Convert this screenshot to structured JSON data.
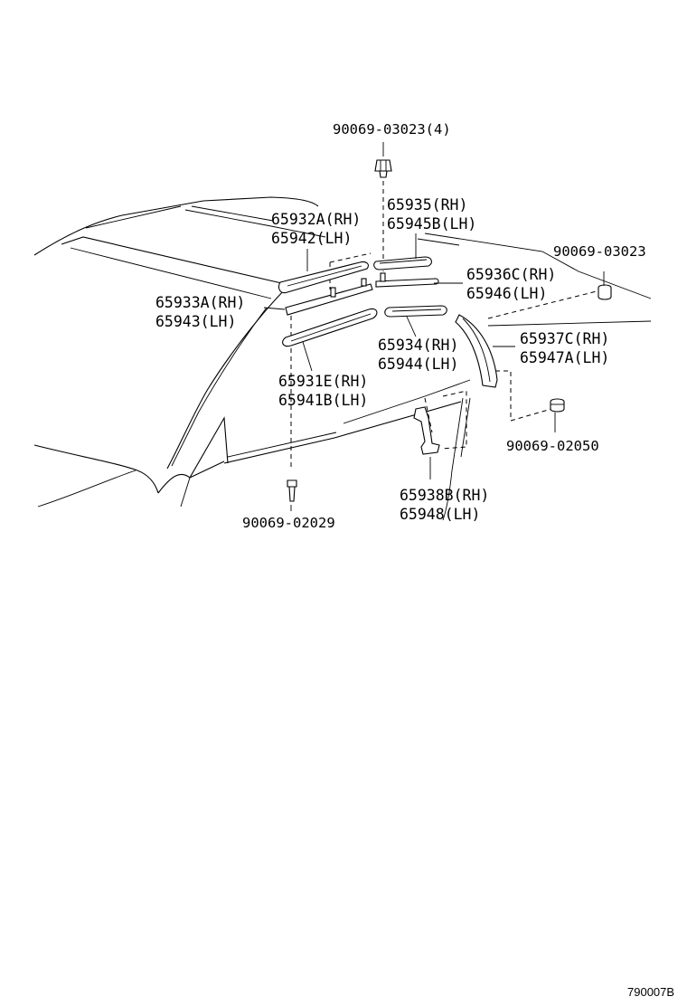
{
  "figure_code": "790007B",
  "callouts": {
    "bolt_top": "90069-03023(4)",
    "p65935": "65935(RH)",
    "p65945b": "65945B(LH)",
    "p65932a": "65932A(RH)",
    "p65942": "65942(LH)",
    "clip_right": "90069-03023",
    "p65936c": "65936C(RH)",
    "p65946": "65946(LH)",
    "p65933a": "65933A(RH)",
    "p65943": "65943(LH)",
    "p65937c": "65937C(RH)",
    "p65947a": "65947A(LH)",
    "p65934": "65934(RH)",
    "p65944": "65944(LH)",
    "p65931e": "65931E(RH)",
    "p65941b": "65941B(LH)",
    "clip_lower": "90069-02050",
    "p65938b": "65938B(RH)",
    "p65948": "65948(LH)",
    "screw_bottom": "90069-02029"
  }
}
